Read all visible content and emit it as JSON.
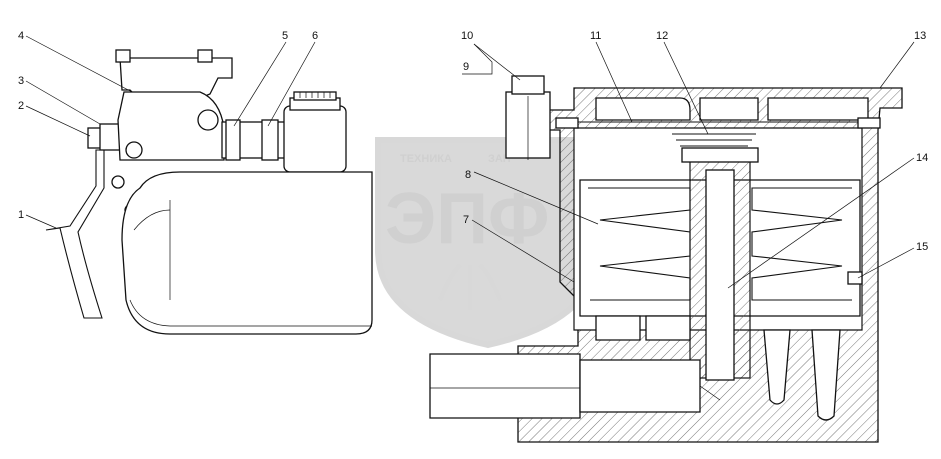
{
  "callouts": [
    "1",
    "2",
    "3",
    "4",
    "5",
    "6",
    "7",
    "8",
    "9",
    "10",
    "11",
    "12",
    "13",
    "14",
    "15"
  ],
  "watermark": {
    "top_left": "ТЕХНИКА",
    "top_right": "ЗАП",
    "main": "ЭПФ"
  },
  "colors": {
    "line": "#111111",
    "hatch": "#555555",
    "watermark": "#d0d0d0",
    "background": "#ffffff"
  }
}
